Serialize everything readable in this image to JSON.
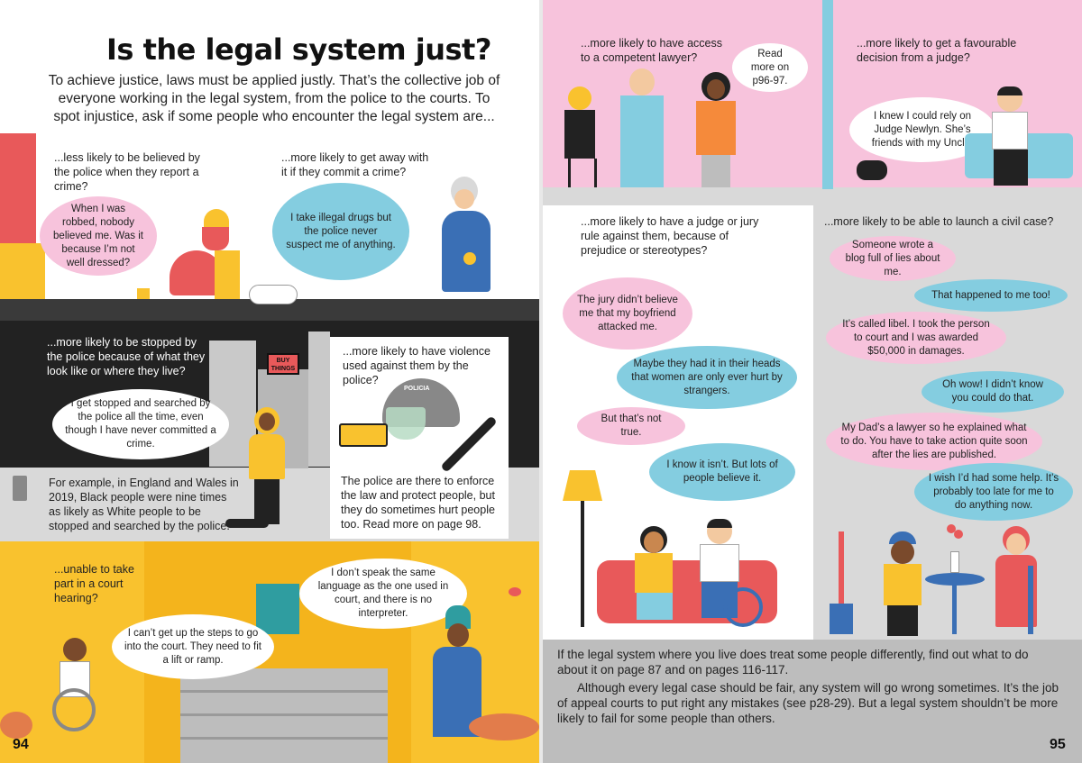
{
  "left": {
    "title": "Is the legal system just?",
    "intro": "To achieve justice, laws must be applied justly. That’s the collective job of everyone working in the legal system, from the police to the courts. To spot injustice, ask if some people who encounter the legal system are...",
    "captions": {
      "believed": "...less likely to be believed by the police when they report a crime?",
      "get_away": "...more likely to get away with it if they commit a crime?",
      "stopped": "...more likely to be stopped by the police because of what they look like or where they live?",
      "violence": "...more likely to have violence used against them by the police?",
      "court": "...unable to take part in a court hearing?"
    },
    "bubbles": {
      "robbed": "When I was robbed, nobody believed me. Was it because I’m not well dressed?",
      "drugs": "I take illegal drugs but the police never suspect me of anything.",
      "searched": "I get stopped and searched by the police all the time, even though I have never committed a crime.",
      "language": "I don’t speak the same language as the one used in court, and there is no interpreter.",
      "steps": "I can’t get up the steps to go into the court. They need to fit a lift or ramp."
    },
    "notes": {
      "example": "For example, in England and Wales in 2019, Black people were nine times as likely as White people to be stopped and searched by the police.",
      "police": "The police are there to enforce the law and protect people, but they do sometimes hurt people too. Read more on page 98."
    },
    "sign": "BUY THINGS",
    "helmet_label": "POLICIA",
    "page_number": "94"
  },
  "right": {
    "captions": {
      "lawyer": "...more likely to have access to a competent lawyer?",
      "judge": "...more likely to get a favourable decision from a judge?",
      "prejudice": "...more likely to have a judge or jury rule against them, because of prejudice or stereotypes?",
      "civil": "...more likely to be able to launch a civil case?"
    },
    "bubbles": {
      "read_more": "Read more on p96-97.",
      "newlyn": "I knew I could rely on Judge Newlyn. She’s friends with my Uncle.",
      "jury": "The jury didn’t believe me that my boyfriend attacked me.",
      "heads": "Maybe they had it in their heads that women are only ever hurt by strangers.",
      "not_true": "But that’s not true.",
      "know": "I know it isn’t. But lots of people believe it.",
      "blog": "Someone wrote a blog full of lies about me.",
      "happened": "That happened to me too!",
      "libel": "It’s called libel. I took the person to court and I was awarded $50,000 in damages.",
      "wow": "Oh wow! I didn’t know you could do that.",
      "dad": "My Dad’s a lawyer so he explained what to do. You have to take action quite soon after the lies are published.",
      "wish": "I wish I’d had some help. It’s probably too late for me to do anything now."
    },
    "body_p1": "If the legal system where you live does treat some people differently, find out what to do about it on page 87 and on pages 116-117.",
    "body_p2": "Although every legal case should be fair, any system will go wrong sometimes. It’s the job of appeal courts to put right any mistakes (see p28-29). But a legal system shouldn’t be more likely to fail for some people than others.",
    "page_number": "95"
  },
  "colors": {
    "pink": "#f7c3dc",
    "blue": "#84cde0",
    "yellow": "#f9c22e",
    "black": "#222222",
    "grey": "#cfcfcf",
    "red": "#e8595a"
  }
}
